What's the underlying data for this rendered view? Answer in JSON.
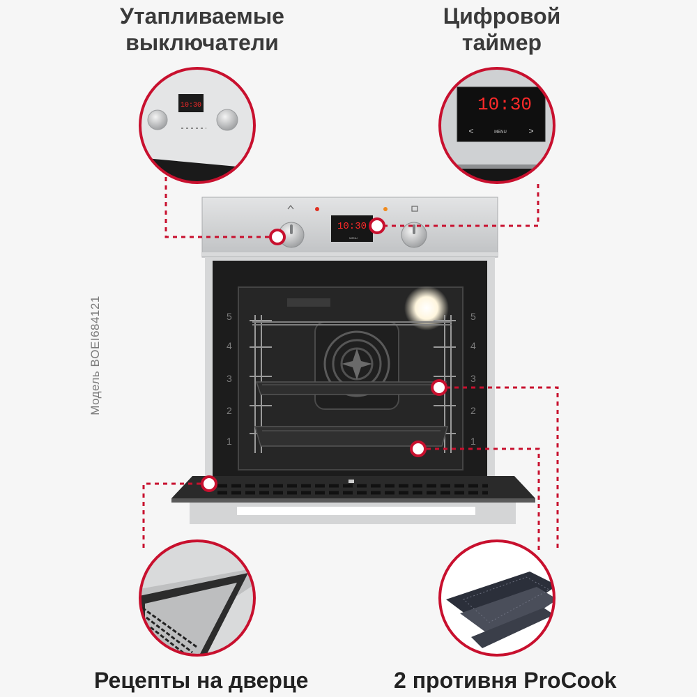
{
  "features": {
    "heated_switches": {
      "line1": "Утапливаемые",
      "line2": "выключатели"
    },
    "digital_timer": {
      "line1": "Цифровой",
      "line2": "таймер"
    },
    "door_recipes": {
      "label": "Рецепты на дверце"
    },
    "trays": {
      "label": "2 противня ProCook"
    }
  },
  "model": {
    "label": "Модель BOEI684121"
  },
  "display": {
    "time": "10:30",
    "menu_label": "MENU",
    "left_arrow": "<",
    "right_arrow": ">"
  },
  "rack_levels": [
    "5",
    "4",
    "3",
    "2",
    "1"
  ],
  "colors": {
    "accent": "#c8102e",
    "steel": "#cfd1d3",
    "interior": "#1f1f1f",
    "display": "#ff2a2a"
  }
}
